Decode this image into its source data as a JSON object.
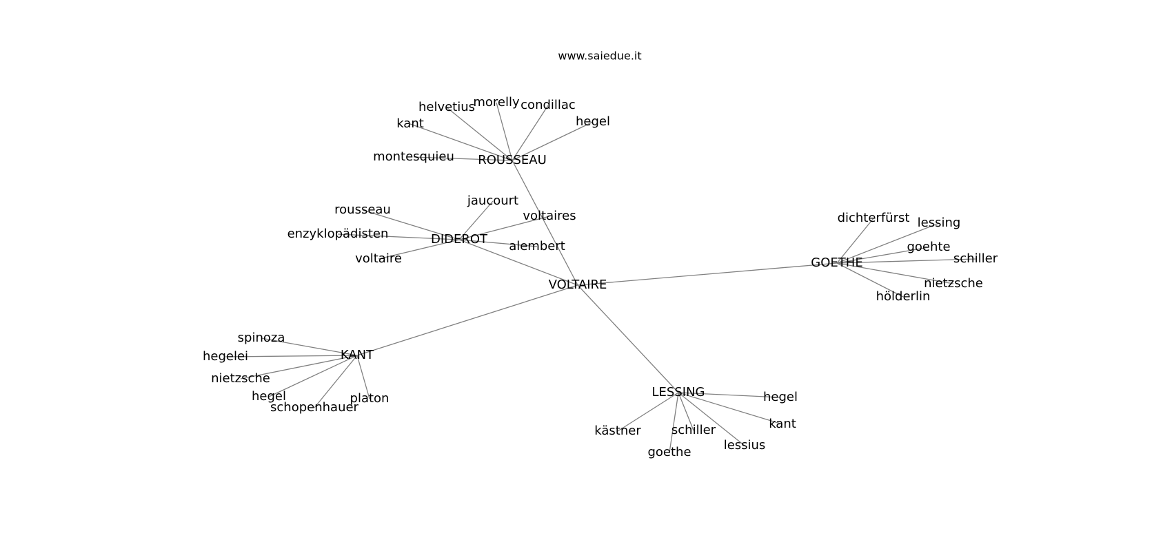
{
  "title": "www.saiedue.it",
  "edge_color": "#808080",
  "hubs": [
    {
      "id": "voltaire",
      "label": "VOLTAIRE"
    },
    {
      "id": "rousseau",
      "label": "ROUSSEAU"
    },
    {
      "id": "diderot",
      "label": "DIDEROT"
    },
    {
      "id": "goethe",
      "label": "GOETHE"
    },
    {
      "id": "kant",
      "label": "KANT"
    },
    {
      "id": "lessing",
      "label": "LESSING"
    }
  ],
  "hub_links": [
    [
      "voltaire",
      "rousseau"
    ],
    [
      "voltaire",
      "diderot"
    ],
    [
      "voltaire",
      "goethe"
    ],
    [
      "voltaire",
      "kant"
    ],
    [
      "voltaire",
      "lessing"
    ]
  ],
  "leaves": [
    {
      "id": "r_helvetius",
      "label": "helvetius",
      "hub": "rousseau"
    },
    {
      "id": "r_morelly",
      "label": "morelly",
      "hub": "rousseau"
    },
    {
      "id": "r_condillac",
      "label": "condillac",
      "hub": "rousseau"
    },
    {
      "id": "r_hegel",
      "label": "hegel",
      "hub": "rousseau"
    },
    {
      "id": "r_kant",
      "label": "kant",
      "hub": "rousseau"
    },
    {
      "id": "r_montesquieu",
      "label": "montesquieu",
      "hub": "rousseau"
    },
    {
      "id": "d_jaucourt",
      "label": "jaucourt",
      "hub": "diderot"
    },
    {
      "id": "d_voltaires",
      "label": "voltaires",
      "hub": "diderot"
    },
    {
      "id": "d_alembert",
      "label": "alembert",
      "hub": "diderot"
    },
    {
      "id": "d_rousseau",
      "label": "rousseau",
      "hub": "diderot"
    },
    {
      "id": "d_enzyklopaedisten",
      "label": "enzyklopädisten",
      "hub": "diderot"
    },
    {
      "id": "d_voltaire",
      "label": "voltaire",
      "hub": "diderot"
    },
    {
      "id": "g_dichterfuerst",
      "label": "dichterfürst",
      "hub": "goethe"
    },
    {
      "id": "g_lessing",
      "label": "lessing",
      "hub": "goethe"
    },
    {
      "id": "g_goehte",
      "label": "goehte",
      "hub": "goethe"
    },
    {
      "id": "g_schiller",
      "label": "schiller",
      "hub": "goethe"
    },
    {
      "id": "g_nietzsche",
      "label": "nietzsche",
      "hub": "goethe"
    },
    {
      "id": "g_hoelderlin",
      "label": "hölderlin",
      "hub": "goethe"
    },
    {
      "id": "k_spinoza",
      "label": "spinoza",
      "hub": "kant"
    },
    {
      "id": "k_hegelei",
      "label": "hegelei",
      "hub": "kant"
    },
    {
      "id": "k_nietzsche",
      "label": "nietzsche",
      "hub": "kant"
    },
    {
      "id": "k_hegel",
      "label": "hegel",
      "hub": "kant"
    },
    {
      "id": "k_schopenhauer",
      "label": "schopenhauer",
      "hub": "kant"
    },
    {
      "id": "k_platon",
      "label": "platon",
      "hub": "kant"
    },
    {
      "id": "l_hegel",
      "label": "hegel",
      "hub": "lessing"
    },
    {
      "id": "l_kant",
      "label": "kant",
      "hub": "lessing"
    },
    {
      "id": "l_kaestner",
      "label": "kästner",
      "hub": "lessing"
    },
    {
      "id": "l_schiller",
      "label": "schiller",
      "hub": "lessing"
    },
    {
      "id": "l_lessius",
      "label": "lessius",
      "hub": "lessing"
    },
    {
      "id": "l_goethe",
      "label": "goethe",
      "hub": "lessing"
    }
  ]
}
